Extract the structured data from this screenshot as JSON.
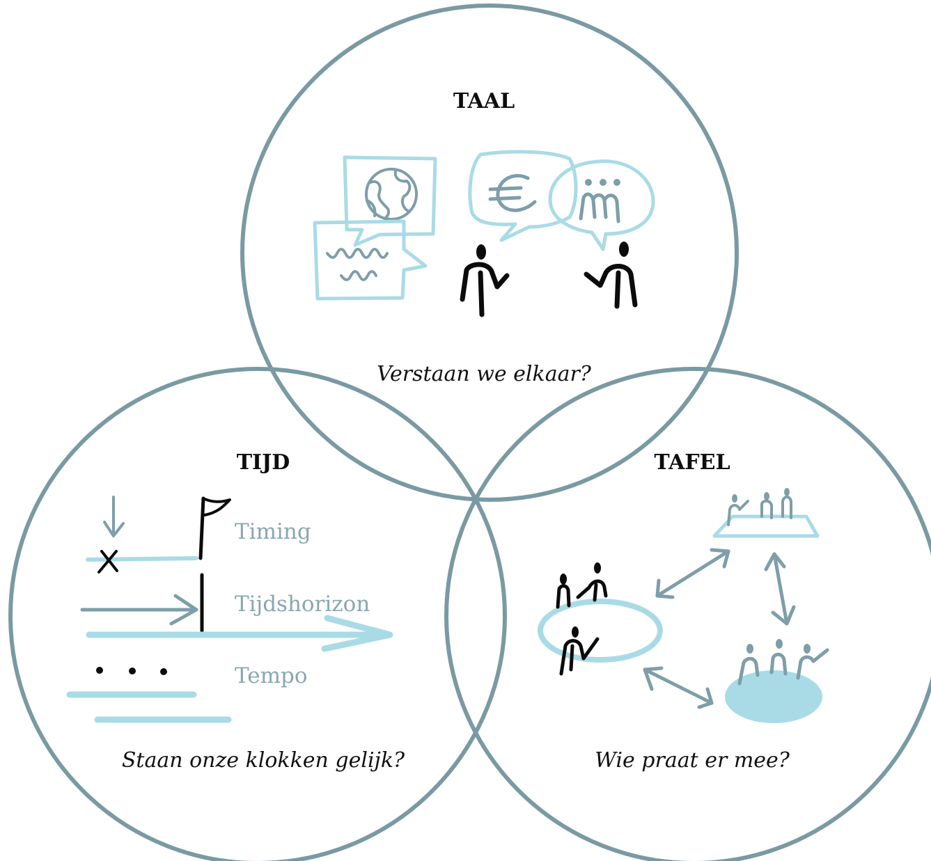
{
  "colors": {
    "ring": "#7a9aa3",
    "light_blue": "#a9dbe6",
    "grey_blue": "#7e9ea8",
    "ink": "#0b0b0b",
    "label_text": "#8aa6b0"
  },
  "taal": {
    "title": "TAAL",
    "question": "Verstaan we elkaar?",
    "icons": [
      "globe-speech-bubble",
      "wave-text-speech-bubble",
      "euro-speech-bubble",
      "people-speech-bubble",
      "person-listening",
      "person-talking"
    ]
  },
  "tijd": {
    "title": "TIJD",
    "question": "Staan onze klokken gelijk?",
    "items": [
      {
        "label": "Timing",
        "icon": "flag-deadline-icon"
      },
      {
        "label": "Tijdshorizon",
        "icon": "horizon-arrow-icon"
      },
      {
        "label": "Tempo",
        "icon": "dots-lines-icon"
      }
    ]
  },
  "tafel": {
    "title": "TAFEL",
    "question": "Wie praat er mee?",
    "icons": [
      "group-at-outlined-table",
      "group-at-trapezoid-table",
      "group-at-filled-table",
      "double-arrows"
    ]
  }
}
